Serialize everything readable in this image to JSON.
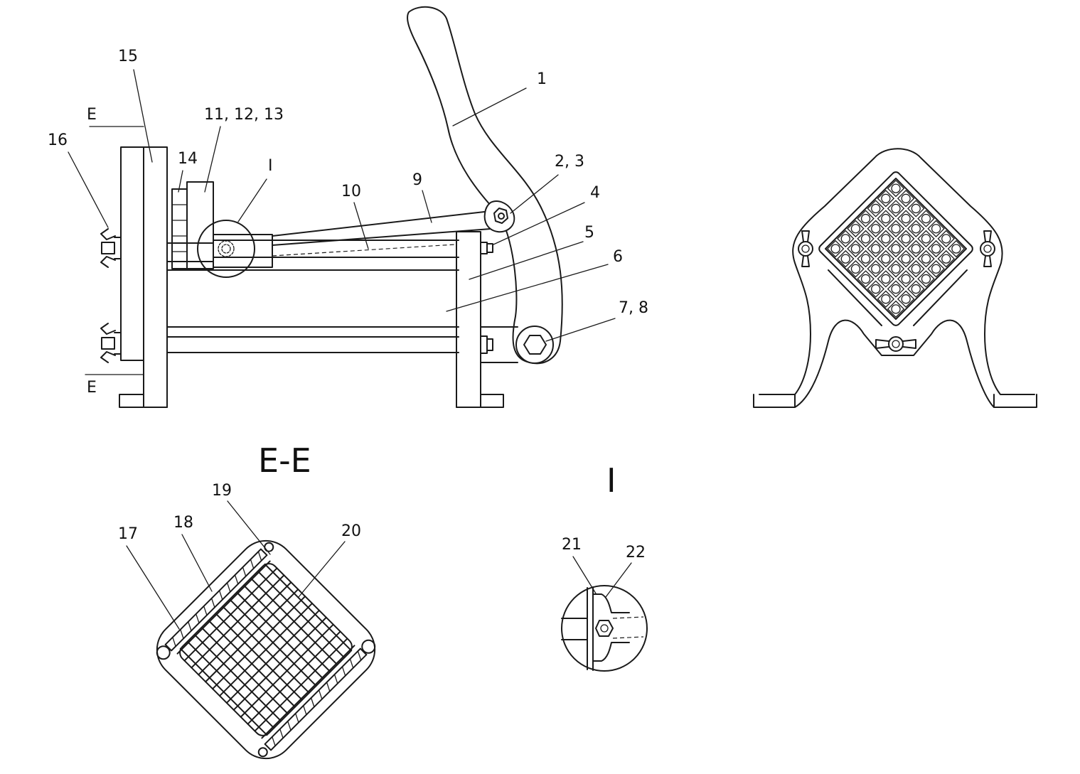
{
  "side_view": {
    "labels": {
      "l1": "1",
      "l23": "2, 3",
      "l4": "4",
      "l5": "5",
      "l6": "6",
      "l78": "7, 8",
      "l9": "9",
      "l10": "10",
      "l111213": "11, 12, 13",
      "l14": "14",
      "l15": "15",
      "l16": "16",
      "lI": "I",
      "section_top": "E",
      "section_bottom": "E"
    }
  },
  "section_view": {
    "title": "E-E",
    "labels": {
      "l17": "17",
      "l18": "18",
      "l19": "19",
      "l20": "20"
    }
  },
  "detail_view": {
    "title": "I",
    "labels": {
      "l21": "21",
      "l22": "22"
    }
  }
}
